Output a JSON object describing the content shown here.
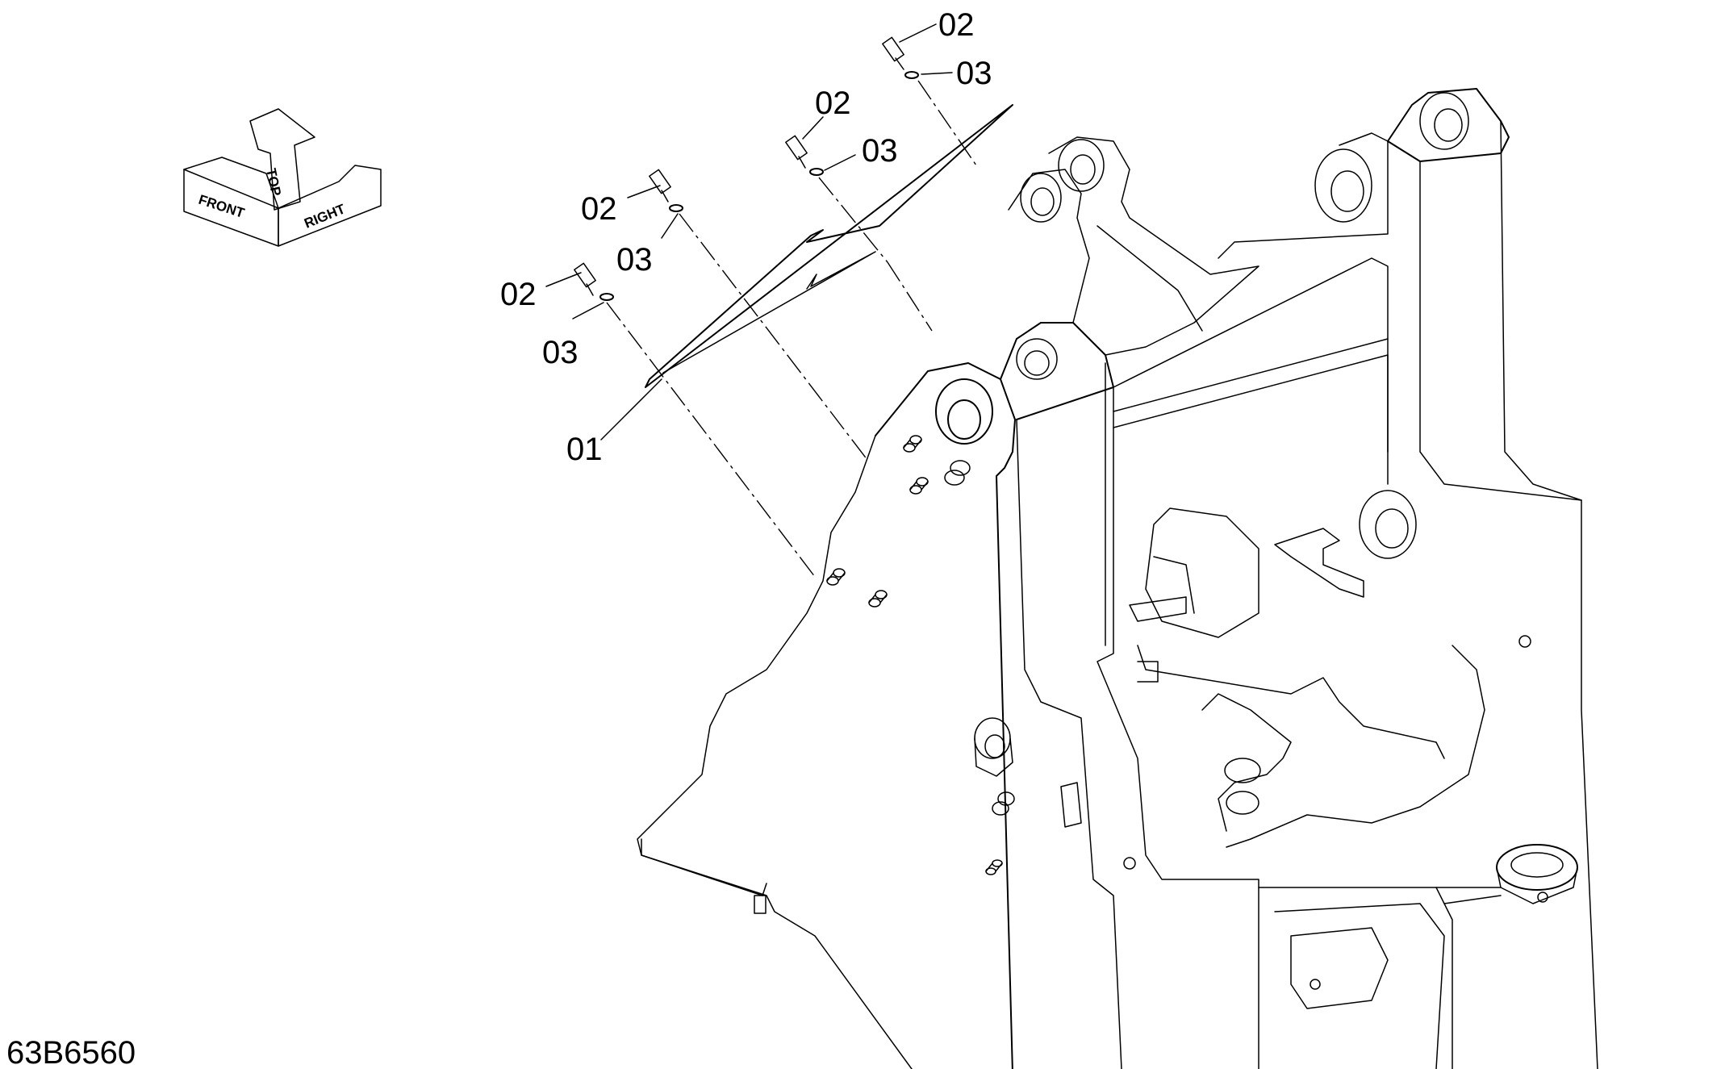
{
  "drawing_number": "63B6560",
  "orientation": {
    "front": "FRONT",
    "top": "TOP",
    "right": "RIGHT"
  },
  "callouts": [
    {
      "id": "c01",
      "label": "01"
    },
    {
      "id": "c02a",
      "label": "02"
    },
    {
      "id": "c03a",
      "label": "03"
    },
    {
      "id": "c02b",
      "label": "02"
    },
    {
      "id": "c03b",
      "label": "03"
    },
    {
      "id": "c02c",
      "label": "02"
    },
    {
      "id": "c03c",
      "label": "03"
    },
    {
      "id": "c02d",
      "label": "02"
    },
    {
      "id": "c03d",
      "label": "03"
    }
  ]
}
